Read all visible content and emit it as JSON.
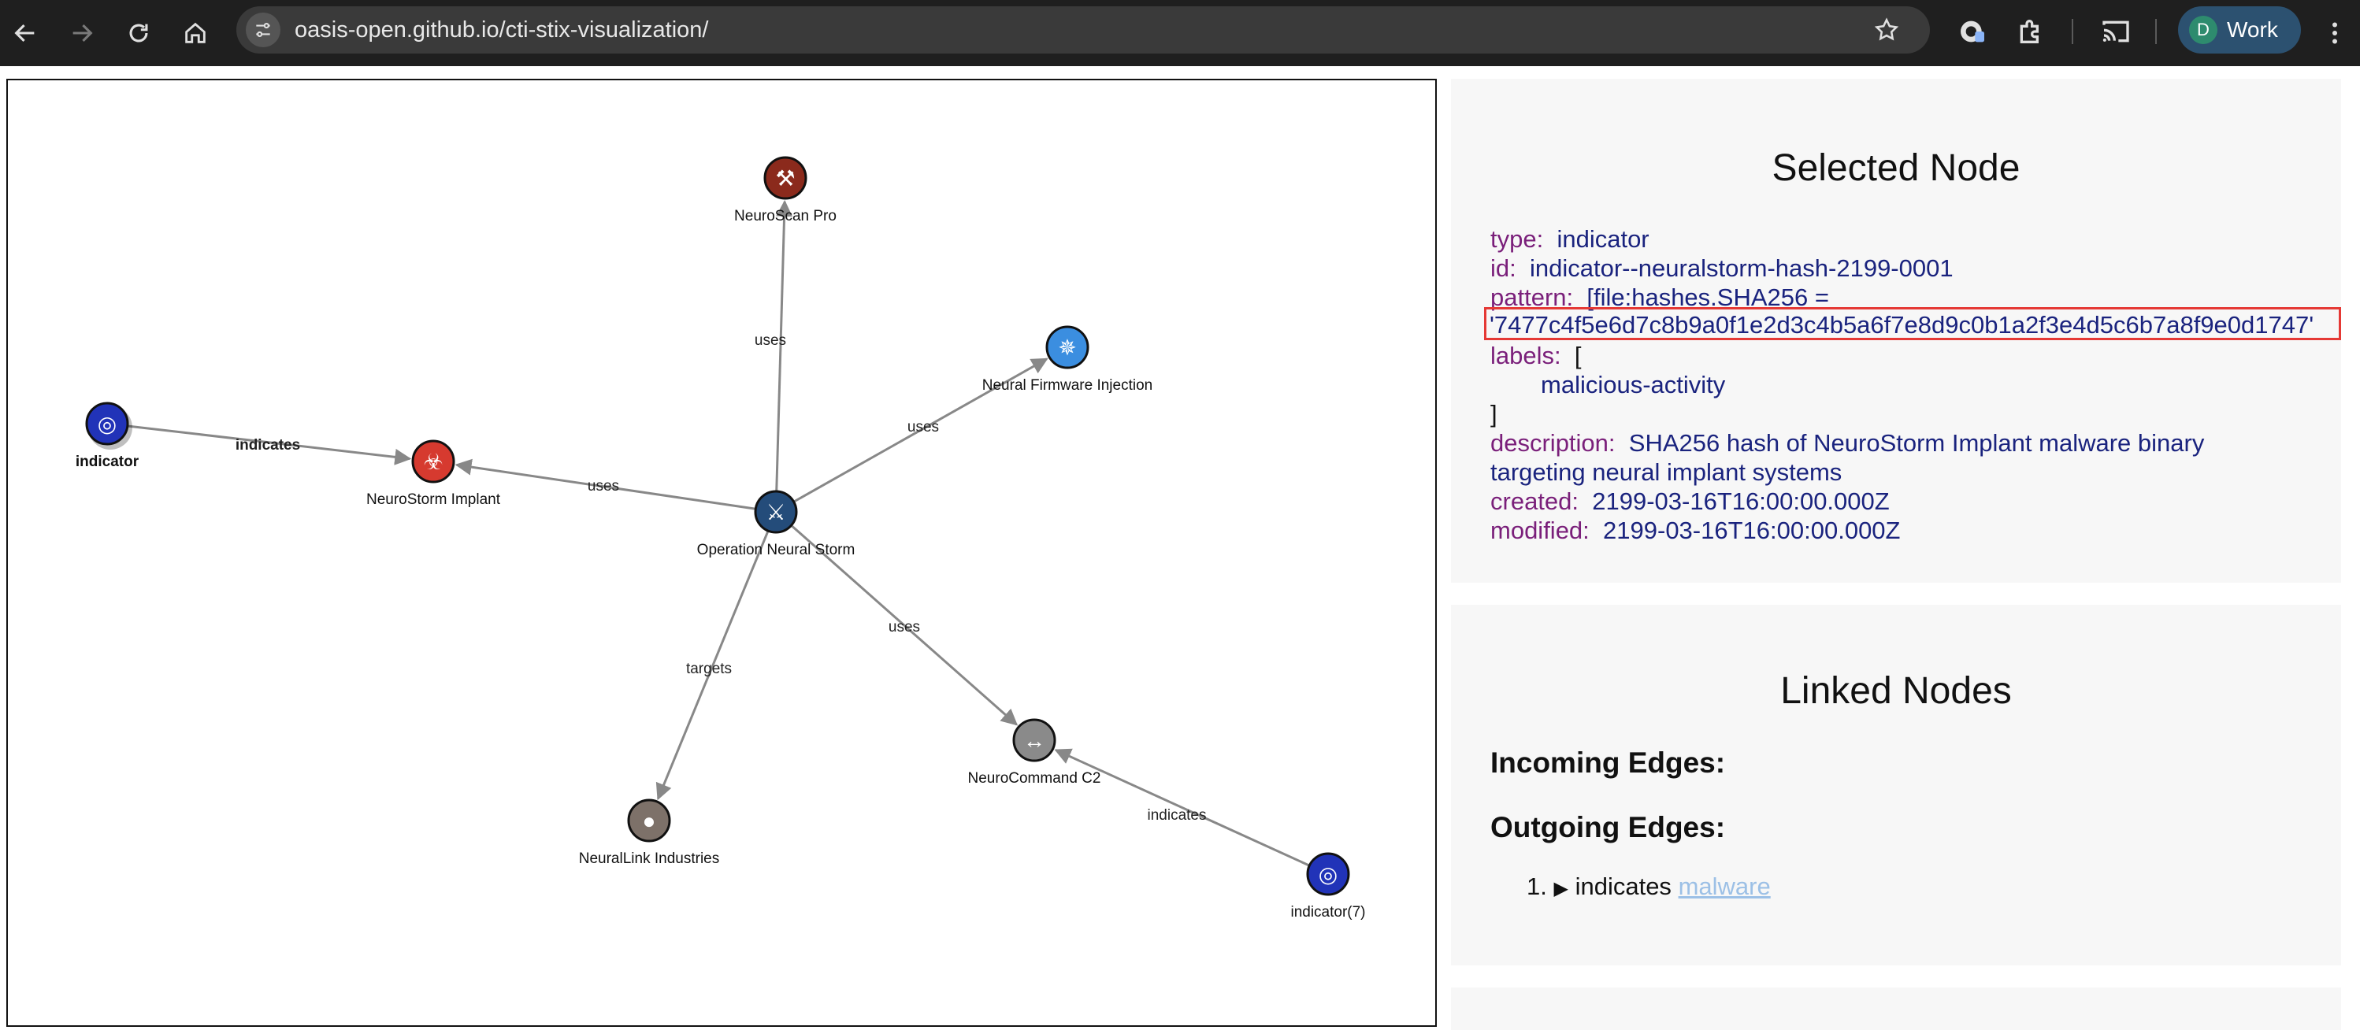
{
  "browser": {
    "url": "oasis-open.github.io/cti-stix-visualization/",
    "profile_initial": "D",
    "profile_name": "Work"
  },
  "graph": {
    "nodes": [
      {
        "id": "n1",
        "label": "NeuroScan Pro",
        "icon": "tool-icon",
        "color": "#8b2a1c"
      },
      {
        "id": "n2",
        "label": "Neural Firmware Injection",
        "icon": "attack-pattern-icon",
        "color": "#3b8ee0"
      },
      {
        "id": "n3",
        "label": "indicator",
        "icon": "fingerprint-icon",
        "color": "#2133b8",
        "bold": true
      },
      {
        "id": "n4",
        "label": "NeuroStorm Implant",
        "icon": "biohazard-icon",
        "color": "#d63a2f"
      },
      {
        "id": "n5",
        "label": "Operation Neural Storm",
        "icon": "campaign-cannon-icon",
        "color": "#244c7a"
      },
      {
        "id": "n6",
        "label": "NeuroCommand C2",
        "icon": "infrastructure-icon",
        "color": "#8a8a8a"
      },
      {
        "id": "n7",
        "label": "NeuralLink Industries",
        "icon": "identity-icon",
        "color": "#7d7169"
      },
      {
        "id": "n8",
        "label": "indicator(7)",
        "icon": "fingerprint-icon",
        "color": "#2133b8"
      }
    ],
    "edges": [
      {
        "from": "n5",
        "to": "n1",
        "label": "uses"
      },
      {
        "from": "n5",
        "to": "n2",
        "label": "uses"
      },
      {
        "from": "n3",
        "to": "n4",
        "label": "indicates",
        "bold": true
      },
      {
        "from": "n5",
        "to": "n4",
        "label": "uses"
      },
      {
        "from": "n5",
        "to": "n7",
        "label": "targets"
      },
      {
        "from": "n5",
        "to": "n6",
        "label": "uses"
      },
      {
        "from": "n8",
        "to": "n6",
        "label": "indicates"
      }
    ]
  },
  "selected_node": {
    "title": "Selected Node",
    "type_key": "type:",
    "type_value": "indicator",
    "id_key": "id:",
    "id_value": "indicator--neuralstorm-hash-2199-0001",
    "pattern_key": "pattern:",
    "pattern_value_line1": "[file:hashes.SHA256 =",
    "pattern_value_line2": "'7477c4f5e6d7c8b9a0f1e2d3c4b5a6f7e8d9c0b1a2f3e4d5c6b7a8f9e0d1747'",
    "labels_key": "labels:",
    "labels_open": "[",
    "labels_item": "malicious-activity",
    "labels_close": "]",
    "description_key": "description:",
    "description_line1": "SHA256 hash of NeuroStorm Implant malware binary",
    "description_line2": "targeting neural implant systems",
    "created_key": "created:",
    "created_value": "2199-03-16T16:00:00.000Z",
    "modified_key": "modified:",
    "modified_value": "2199-03-16T16:00:00.000Z"
  },
  "linked_nodes": {
    "title": "Linked Nodes",
    "incoming_heading": "Incoming Edges:",
    "outgoing_heading": "Outgoing Edges:",
    "outgoing_items": [
      {
        "number": "1.",
        "relation": "indicates",
        "target": "malware"
      }
    ]
  }
}
